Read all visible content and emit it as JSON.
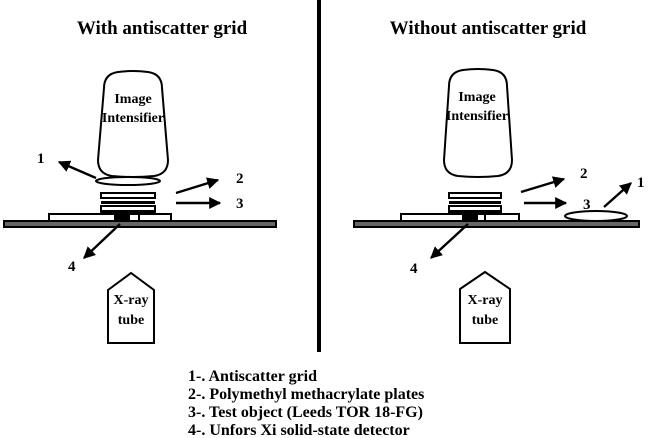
{
  "left_panel": {
    "title": "With antiscatter grid",
    "intensifier_line1": "Image",
    "intensifier_line2": "Intensifier",
    "tube_line1": "X-ray",
    "tube_line2": "tube",
    "markers": [
      "1",
      "2",
      "3",
      "4"
    ]
  },
  "right_panel": {
    "title": "Without antiscatter grid",
    "intensifier_line1": "Image",
    "intensifier_line2": "Intensifier",
    "tube_line1": "X-ray",
    "tube_line2": "tube",
    "markers": [
      "2",
      "3",
      "1",
      "4"
    ]
  },
  "legend": [
    "1-. Antiscatter grid",
    "2-. Polymethyl methacrylate plates",
    "3-. Test object (Leeds TOR 18-FG)",
    "4-. Unfors Xi solid-state detector"
  ]
}
